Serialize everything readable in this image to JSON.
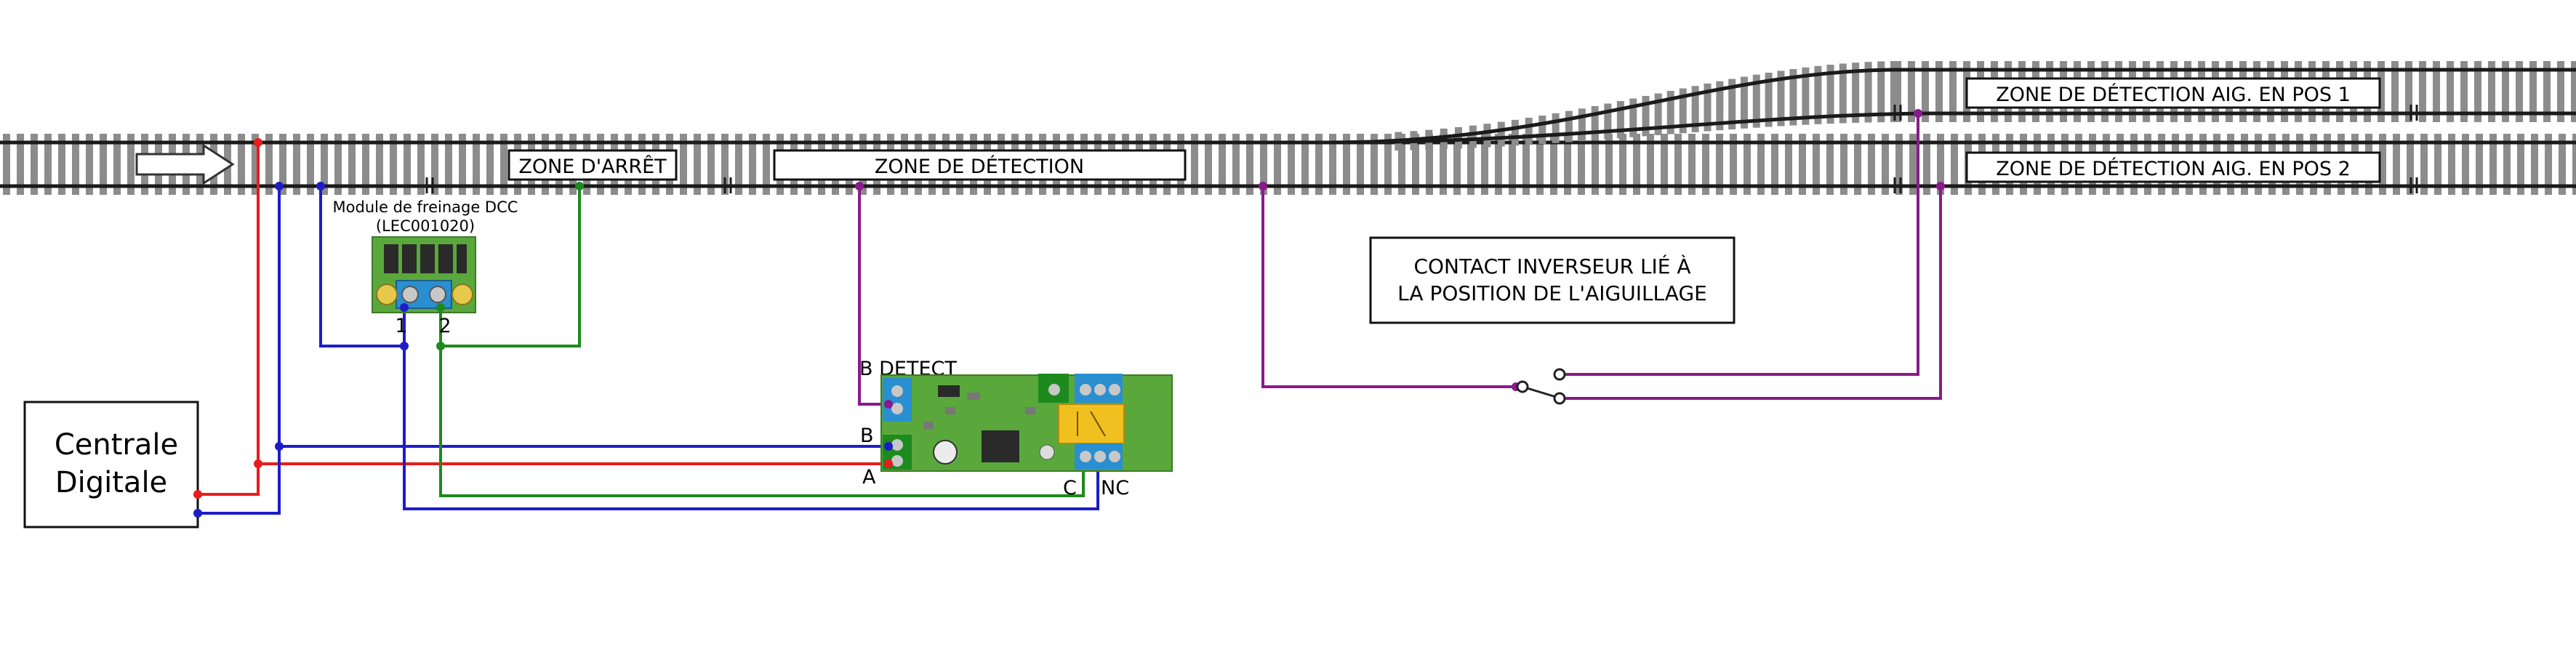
{
  "labels": {
    "zone_arret": "ZONE D'ARRÊT",
    "zone_detection": "ZONE DE DÉTECTION",
    "zone_pos1": "ZONE DE DÉTECTION AIG. EN POS 1",
    "zone_pos2": "ZONE DE DÉTECTION AIG. EN POS 2",
    "contact_line1": "CONTACT INVERSEUR LIÉ À",
    "contact_line2": "LA POSITION DE L'AIGUILLAGE",
    "module_line1": "Module de freinage DCC",
    "module_line2": "(LEC001020)",
    "module_term1": "1",
    "module_term2": "2",
    "centrale_line1": "Centrale",
    "centrale_line2": "Digitale",
    "detect_label": "B DETECT",
    "detect_b": "B",
    "detect_a": "A",
    "detect_c": "C",
    "detect_nc": "NC"
  },
  "colors": {
    "wire_red": "#e81c1c",
    "wire_blue": "#1d1dc8",
    "wire_green": "#1d8a1d",
    "wire_purple": "#8a1a8a",
    "rail": "#1a1a1a",
    "sleeper": "#8c8c8c",
    "pcb_green": "#5aa83c",
    "terminal_blue": "#2a8fd0",
    "relay_yellow": "#f0c020"
  },
  "icons": [
    "direction-arrow-icon",
    "changeover-switch-icon"
  ]
}
